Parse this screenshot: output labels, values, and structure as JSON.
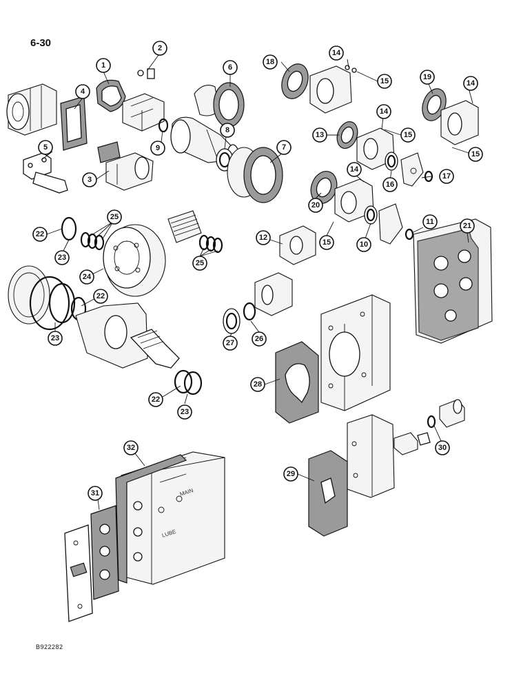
{
  "page": {
    "number": "6-30",
    "drawing_code": "B922282"
  },
  "embossed_text": {
    "main": "MAIN",
    "lube": "LUBE"
  },
  "callouts": [
    {
      "id": "1",
      "label": "1"
    },
    {
      "id": "2",
      "label": "2"
    },
    {
      "id": "3",
      "label": "3"
    },
    {
      "id": "4",
      "label": "4"
    },
    {
      "id": "5",
      "label": "5"
    },
    {
      "id": "6",
      "label": "6"
    },
    {
      "id": "7",
      "label": "7"
    },
    {
      "id": "8",
      "label": "8"
    },
    {
      "id": "9",
      "label": "9"
    },
    {
      "id": "10",
      "label": "10"
    },
    {
      "id": "11",
      "label": "11"
    },
    {
      "id": "12",
      "label": "12"
    },
    {
      "id": "13",
      "label": "13"
    },
    {
      "id": "14a",
      "label": "14"
    },
    {
      "id": "14b",
      "label": "14"
    },
    {
      "id": "14c",
      "label": "14"
    },
    {
      "id": "14d",
      "label": "14"
    },
    {
      "id": "15a",
      "label": "15"
    },
    {
      "id": "15b",
      "label": "15"
    },
    {
      "id": "15c",
      "label": "15"
    },
    {
      "id": "15d",
      "label": "15"
    },
    {
      "id": "16",
      "label": "16"
    },
    {
      "id": "17",
      "label": "17"
    },
    {
      "id": "18",
      "label": "18"
    },
    {
      "id": "19",
      "label": "19"
    },
    {
      "id": "20",
      "label": "20"
    },
    {
      "id": "21",
      "label": "21"
    },
    {
      "id": "22a",
      "label": "22"
    },
    {
      "id": "22b",
      "label": "22"
    },
    {
      "id": "22c",
      "label": "22"
    },
    {
      "id": "23a",
      "label": "23"
    },
    {
      "id": "23b",
      "label": "23"
    },
    {
      "id": "23c",
      "label": "23"
    },
    {
      "id": "24",
      "label": "24"
    },
    {
      "id": "25a",
      "label": "25"
    },
    {
      "id": "25b",
      "label": "25"
    },
    {
      "id": "26",
      "label": "26"
    },
    {
      "id": "27",
      "label": "27"
    },
    {
      "id": "28",
      "label": "28"
    },
    {
      "id": "29",
      "label": "29"
    },
    {
      "id": "30",
      "label": "30"
    },
    {
      "id": "31",
      "label": "31"
    },
    {
      "id": "32",
      "label": "32"
    }
  ]
}
